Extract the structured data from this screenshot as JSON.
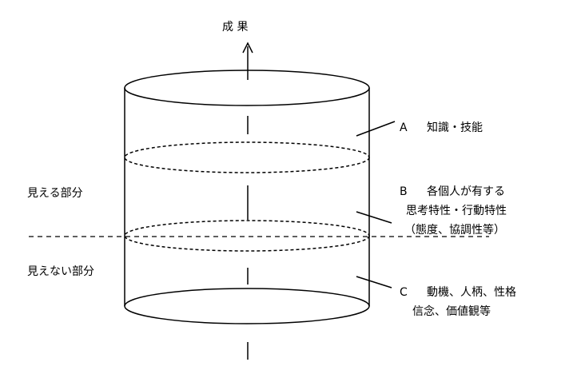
{
  "diagram": {
    "top_label": "成 果",
    "left_labels": {
      "visible": "見える部分",
      "invisible": "見えない部分"
    },
    "layers": [
      {
        "marker": "A",
        "lines": [
          "知識・技能"
        ]
      },
      {
        "marker": "B",
        "lines": [
          "各個人が有する",
          "思考特性・行動特性",
          "（態度、協調性等）"
        ]
      },
      {
        "marker": "C",
        "lines": [
          "動機、人柄、性格",
          "信念、価値観等"
        ]
      }
    ]
  }
}
